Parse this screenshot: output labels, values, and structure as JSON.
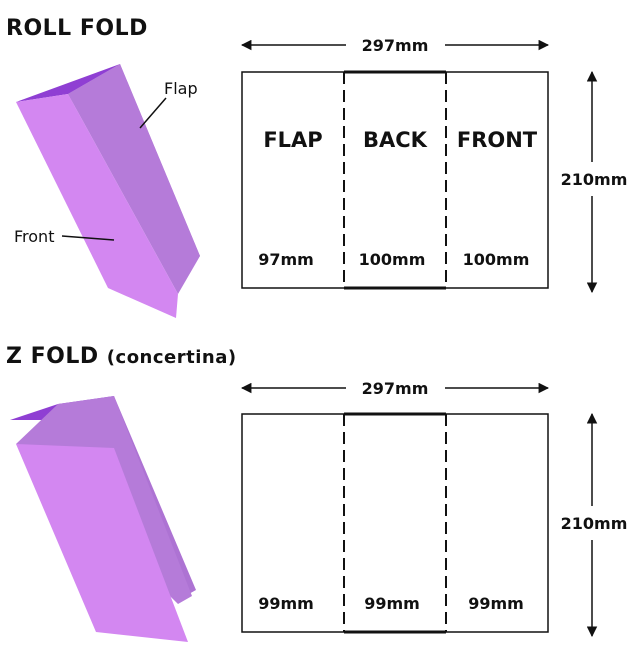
{
  "roll_fold": {
    "title": "ROLL FOLD",
    "callouts": {
      "flap": "Flap",
      "front": "Front"
    },
    "width_dim": "297mm",
    "height_dim": "210mm",
    "panels": [
      {
        "name": "FLAP",
        "width": "97mm"
      },
      {
        "name": "BACK",
        "width": "100mm"
      },
      {
        "name": "FRONT",
        "width": "100mm"
      }
    ]
  },
  "z_fold": {
    "title": "Z FOLD",
    "subtitle": "(concertina)",
    "width_dim": "297mm",
    "height_dim": "210mm",
    "panels": [
      {
        "width": "99mm"
      },
      {
        "width": "99mm"
      },
      {
        "width": "99mm"
      }
    ]
  },
  "colors": {
    "light_purple": "#d387f1",
    "mid_purple": "#ad73d3",
    "dark_purple": "#8f3fd3"
  }
}
